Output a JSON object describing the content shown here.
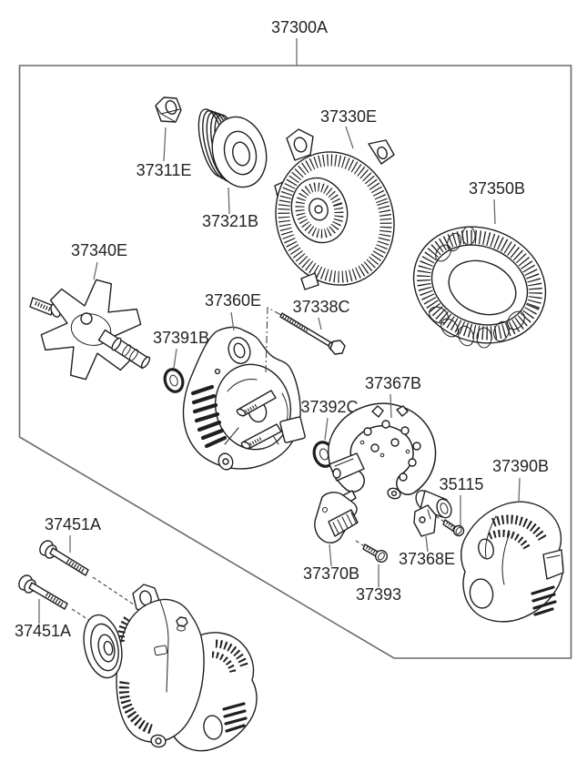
{
  "colors": {
    "background": "#ffffff",
    "line_art": "#1f1f1f",
    "border_and_leaders": "#6a6a6a",
    "label_text": "#232323"
  },
  "diagram": {
    "type": "exploded-parts-diagram",
    "parts": {
      "assembly": "37300A",
      "pulley_nut": "37311E",
      "pulley": "37321B",
      "front_bracket": "37330E",
      "stator": "37350B",
      "rotor": "37340E",
      "front_bearing": "37391B",
      "rear_bracket": "37360E",
      "through_bolt": "37338C",
      "rear_bearing": "37392C",
      "rectifier": "37367B",
      "rear_cover": "37390B",
      "cap": "35115",
      "brush_holder": "37368E",
      "regulator": "37370B",
      "screw": "37393",
      "mounting_bolt_upper": "37451A",
      "mounting_bolt_lower": "37451A"
    }
  }
}
